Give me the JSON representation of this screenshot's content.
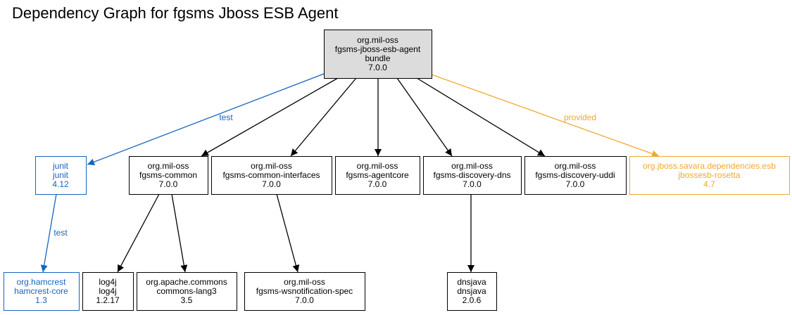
{
  "title": "Dependency Graph for fgsms Jboss ESB Agent",
  "colors": {
    "default": "#000000",
    "test": "#1565c0",
    "provided": "#f0a830",
    "root_fill": "#dcdcdc"
  },
  "nodes": [
    {
      "id": "root",
      "lines": [
        "org.mil-oss",
        "fgsms-jboss-esb-agent",
        "bundle",
        "7.0.0"
      ],
      "scope": "root"
    },
    {
      "id": "junit",
      "lines": [
        "junit",
        "junit",
        "4.12"
      ],
      "scope": "test"
    },
    {
      "id": "common",
      "lines": [
        "org.mil-oss",
        "fgsms-common",
        "7.0.0"
      ],
      "scope": "compile"
    },
    {
      "id": "common-interfaces",
      "lines": [
        "org.mil-oss",
        "fgsms-common-interfaces",
        "7.0.0"
      ],
      "scope": "compile"
    },
    {
      "id": "agentcore",
      "lines": [
        "org.mil-oss",
        "fgsms-agentcore",
        "7.0.0"
      ],
      "scope": "compile"
    },
    {
      "id": "discovery-dns",
      "lines": [
        "org.mil-oss",
        "fgsms-discovery-dns",
        "7.0.0"
      ],
      "scope": "compile"
    },
    {
      "id": "discovery-uddi",
      "lines": [
        "org.mil-oss",
        "fgsms-discovery-uddi",
        "7.0.0"
      ],
      "scope": "compile"
    },
    {
      "id": "rosetta",
      "lines": [
        "org.jboss.savara.dependencies.esb",
        "jbossesb-rosetta",
        "4.7"
      ],
      "scope": "provided"
    },
    {
      "id": "hamcrest",
      "lines": [
        "org.hamcrest",
        "hamcrest-core",
        "1.3"
      ],
      "scope": "test"
    },
    {
      "id": "log4j",
      "lines": [
        "log4j",
        "log4j",
        "1.2.17"
      ],
      "scope": "compile"
    },
    {
      "id": "commons-lang3",
      "lines": [
        "org.apache.commons",
        "commons-lang3",
        "3.5"
      ],
      "scope": "compile"
    },
    {
      "id": "wsnotification",
      "lines": [
        "org.mil-oss",
        "fgsms-wsnotification-spec",
        "7.0.0"
      ],
      "scope": "compile"
    },
    {
      "id": "dnsjava",
      "lines": [
        "dnsjava",
        "dnsjava",
        "2.0.6"
      ],
      "scope": "compile"
    }
  ],
  "edges": [
    {
      "from": "root",
      "to": "junit",
      "label": "test",
      "scope": "test"
    },
    {
      "from": "root",
      "to": "common",
      "label": "",
      "scope": "compile"
    },
    {
      "from": "root",
      "to": "common-interfaces",
      "label": "",
      "scope": "compile"
    },
    {
      "from": "root",
      "to": "agentcore",
      "label": "",
      "scope": "compile"
    },
    {
      "from": "root",
      "to": "discovery-dns",
      "label": "",
      "scope": "compile"
    },
    {
      "from": "root",
      "to": "discovery-uddi",
      "label": "",
      "scope": "compile"
    },
    {
      "from": "root",
      "to": "rosetta",
      "label": "provided",
      "scope": "provided"
    },
    {
      "from": "junit",
      "to": "hamcrest",
      "label": "test",
      "scope": "test"
    },
    {
      "from": "common",
      "to": "log4j",
      "label": "",
      "scope": "compile"
    },
    {
      "from": "common",
      "to": "commons-lang3",
      "label": "",
      "scope": "compile"
    },
    {
      "from": "common-interfaces",
      "to": "wsnotification",
      "label": "",
      "scope": "compile"
    },
    {
      "from": "discovery-dns",
      "to": "dnsjava",
      "label": "",
      "scope": "compile"
    }
  ]
}
